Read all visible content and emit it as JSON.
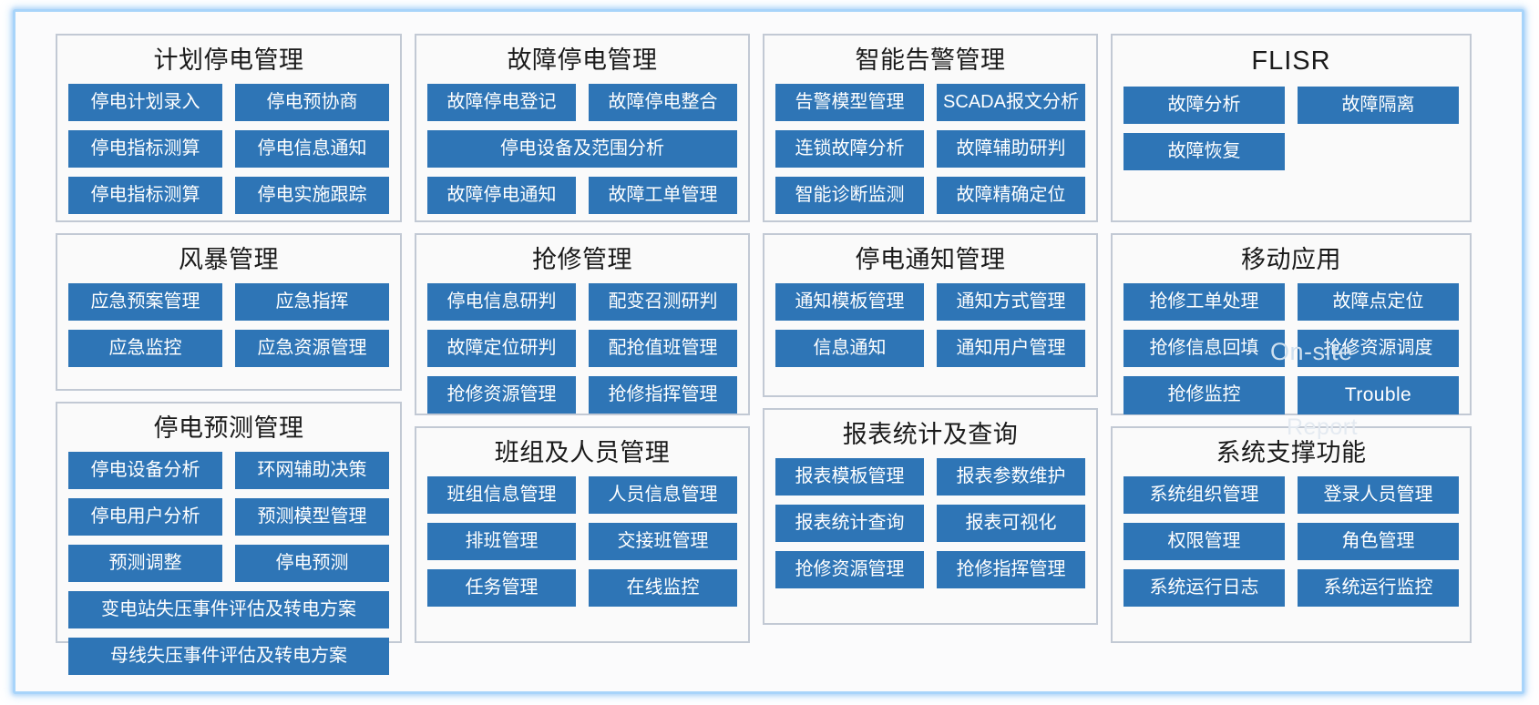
{
  "diagram": {
    "accent_color": "#2e75b6",
    "panel_border_color": "#c2c9d4",
    "frame_glow_color": "#a8d4fa",
    "columns": [
      {
        "name": "column-1",
        "panels": [
          {
            "title": "计划停电管理",
            "buttons": [
              {
                "label": "停电计划录入",
                "wide": false
              },
              {
                "label": "停电预协商",
                "wide": false
              },
              {
                "label": "停电指标测算",
                "wide": false
              },
              {
                "label": "停电信息通知",
                "wide": false
              },
              {
                "label": "停电指标测算",
                "wide": false
              },
              {
                "label": "停电实施跟踪",
                "wide": false
              }
            ]
          },
          {
            "title": "风暴管理",
            "buttons": [
              {
                "label": "应急预案管理",
                "wide": false
              },
              {
                "label": "应急指挥",
                "wide": false
              },
              {
                "label": "应急监控",
                "wide": false
              },
              {
                "label": "应急资源管理",
                "wide": false
              }
            ]
          },
          {
            "title": "停电预测管理",
            "buttons": [
              {
                "label": "停电设备分析",
                "wide": false
              },
              {
                "label": "环网辅助决策",
                "wide": false
              },
              {
                "label": "停电用户分析",
                "wide": false
              },
              {
                "label": "预测模型管理",
                "wide": false
              },
              {
                "label": "预测调整",
                "wide": false
              },
              {
                "label": "停电预测",
                "wide": false
              },
              {
                "label": "变电站失压事件评估及转电方案",
                "wide": true
              },
              {
                "label": "母线失压事件评估及转电方案",
                "wide": true
              }
            ]
          }
        ]
      },
      {
        "name": "column-2",
        "panels": [
          {
            "title": "故障停电管理",
            "buttons": [
              {
                "label": "故障停电登记",
                "wide": false
              },
              {
                "label": "故障停电整合",
                "wide": false
              },
              {
                "label": "停电设备及范围分析",
                "wide": true
              },
              {
                "label": "故障停电通知",
                "wide": false
              },
              {
                "label": "故障工单管理",
                "wide": false
              }
            ]
          },
          {
            "title": "抢修管理",
            "buttons": [
              {
                "label": "停电信息研判",
                "wide": false
              },
              {
                "label": "配变召测研判",
                "wide": false
              },
              {
                "label": "故障定位研判",
                "wide": false
              },
              {
                "label": "配抢值班管理",
                "wide": false
              },
              {
                "label": "抢修资源管理",
                "wide": false
              },
              {
                "label": "抢修指挥管理",
                "wide": false
              }
            ]
          },
          {
            "title": "班组及人员管理",
            "buttons": [
              {
                "label": "班组信息管理",
                "wide": false
              },
              {
                "label": "人员信息管理",
                "wide": false
              },
              {
                "label": "排班管理",
                "wide": false
              },
              {
                "label": "交接班管理",
                "wide": false
              },
              {
                "label": "任务管理",
                "wide": false
              },
              {
                "label": "在线监控",
                "wide": false
              }
            ]
          }
        ]
      },
      {
        "name": "column-3",
        "panels": [
          {
            "title": "智能告警管理",
            "buttons": [
              {
                "label": "告警模型管理",
                "wide": false
              },
              {
                "label": "SCADA报文分析",
                "wide": false
              },
              {
                "label": "连锁故障分析",
                "wide": false
              },
              {
                "label": "故障辅助研判",
                "wide": false
              },
              {
                "label": "智能诊断监测",
                "wide": false
              },
              {
                "label": "故障精确定位",
                "wide": false
              }
            ]
          },
          {
            "title": "停电通知管理",
            "buttons": [
              {
                "label": "通知模板管理",
                "wide": false
              },
              {
                "label": "通知方式管理",
                "wide": false
              },
              {
                "label": "信息通知",
                "wide": false
              },
              {
                "label": "通知用户管理",
                "wide": false
              }
            ]
          },
          {
            "title": "报表统计及查询",
            "buttons": [
              {
                "label": "报表模板管理",
                "wide": false
              },
              {
                "label": "报表参数维护",
                "wide": false
              },
              {
                "label": "报表统计查询",
                "wide": false
              },
              {
                "label": "报表可视化",
                "wide": false
              },
              {
                "label": "抢修资源管理",
                "wide": false
              },
              {
                "label": "抢修指挥管理",
                "wide": false
              }
            ]
          }
        ]
      },
      {
        "name": "column-4",
        "panels": [
          {
            "title": "FLISR",
            "latin_title": true,
            "buttons": [
              {
                "label": "故障分析",
                "wide": false
              },
              {
                "label": "故障隔离",
                "wide": false
              },
              {
                "label": "故障恢复",
                "wide": false
              }
            ]
          },
          {
            "title": "移动应用",
            "buttons": [
              {
                "label": "抢修工单处理",
                "wide": false
              },
              {
                "label": "故障点定位",
                "wide": false
              },
              {
                "label": "抢修信息回填",
                "wide": false
              },
              {
                "label": "抢修资源调度",
                "wide": false
              },
              {
                "label": "抢修监控",
                "wide": false
              },
              {
                "label": "Trouble",
                "wide": false,
                "latin": true
              }
            ]
          },
          {
            "title": "系统支撑功能",
            "buttons": [
              {
                "label": "系统组织管理",
                "wide": false
              },
              {
                "label": "登录人员管理",
                "wide": false
              },
              {
                "label": "权限管理",
                "wide": false
              },
              {
                "label": "角色管理",
                "wide": false
              },
              {
                "label": "系统运行日志",
                "wide": false
              },
              {
                "label": "系统运行监控",
                "wide": false
              }
            ]
          }
        ]
      }
    ],
    "overlays": [
      {
        "id": "wm-onsite",
        "text": "On-site"
      },
      {
        "id": "wm-trouble",
        "text": "Trouble"
      },
      {
        "id": "wm-report",
        "text": "Report"
      }
    ]
  }
}
